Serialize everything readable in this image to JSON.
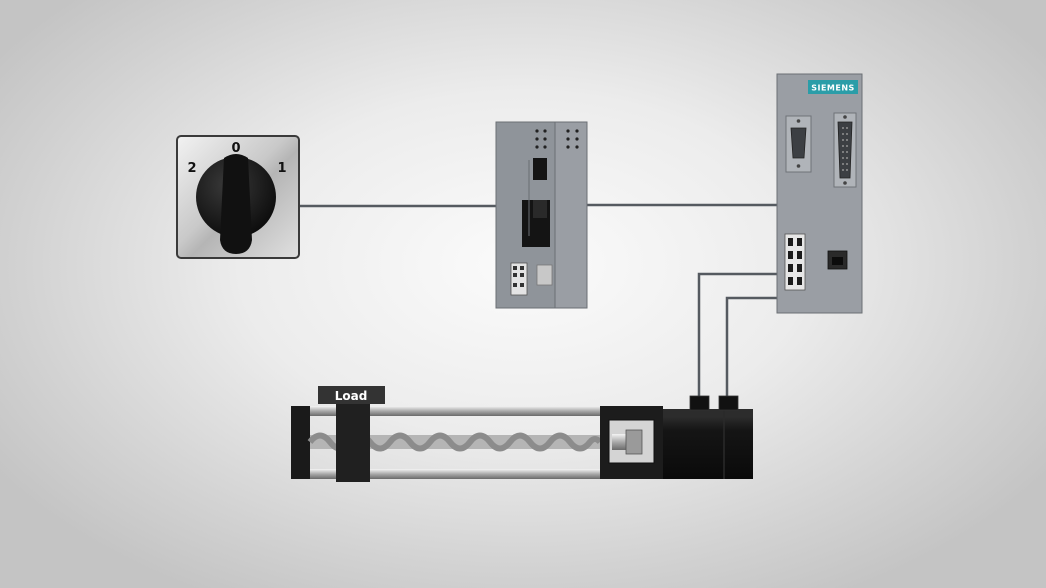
{
  "selector_switch": {
    "positions": [
      "2",
      "0",
      "1"
    ]
  },
  "plc": {
    "brand": "SIEMENS",
    "brand_color": "#2b9da8"
  },
  "linear_actuator": {
    "load_label": "Load"
  },
  "colors": {
    "wire": "#555a60",
    "module_body": "#9a9ea4",
    "motor": "#151515"
  }
}
